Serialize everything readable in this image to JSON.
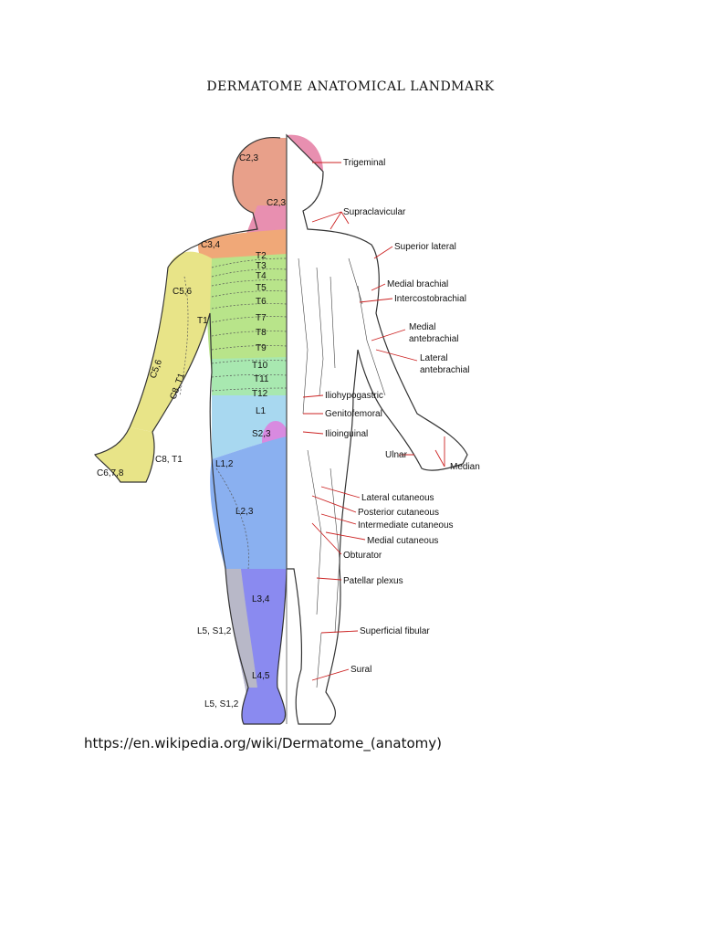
{
  "document": {
    "title": "DERMATOME ANATOMICAL LANDMARK",
    "source_url": "https://en.wikipedia.org/wiki/Dermatome_(anatomy)"
  },
  "dermatome_labels": {
    "c23_head": "C2,3",
    "c23_neck": "C2,3",
    "c34": "C3,4",
    "t2": "T2",
    "t3": "T3",
    "t4": "T4",
    "t5": "T5",
    "t6": "T6",
    "t7": "T7",
    "t8": "T8",
    "t9": "T9",
    "t10": "T10",
    "t11": "T11",
    "t12": "T12",
    "c56": "C5,6",
    "t1": "T1",
    "c56_forearm": "C5,6",
    "c8t1_arm": "C8, T1",
    "c8t1_hand": "C8, T1",
    "c678": "C6,7,8",
    "l1": "L1",
    "s23": "S2,3",
    "l12": "L1,2",
    "l23": "L2,3",
    "l34": "L3,4",
    "l5s12_upper": "L5, S1,2",
    "l45": "L4,5",
    "l5s12_lower": "L5, S1,2"
  },
  "nerve_labels": {
    "trigeminal": "Trigeminal",
    "supraclavicular": "Supraclavicular",
    "superior_lateral": "Superior lateral",
    "medial_brachial": "Medial brachial",
    "intercostobrachial": "Intercostobrachial",
    "medial_antebrachial_1": "Medial",
    "medial_antebrachial_2": "antebrachial",
    "lateral_antebrachial_1": "Lateral",
    "lateral_antebrachial_2": "antebrachial",
    "iliohypogastric": "Iliohypogastric",
    "genitofemoral": "Genitofemoral",
    "ilioinguinal": "Ilioinguinal",
    "ulnar": "Ulnar",
    "median": "Median",
    "lateral_cutaneous": "Lateral cutaneous",
    "posterior_cutaneous": "Posterior cutaneous",
    "intermediate_cutaneous": "Intermediate cutaneous",
    "medial_cutaneous": "Medial cutaneous",
    "obturator": "Obturator",
    "patellar_plexus": "Patellar plexus",
    "superficial_fibular": "Superficial fibular",
    "sural": "Sural"
  },
  "colors": {
    "head": "#e8a08a",
    "face": "#e88fb0",
    "shoulder": "#f0a878",
    "chest": "#b8e48a",
    "abdomen": "#a8e8b0",
    "arm": "#e8e488",
    "groin": "#a8d8f0",
    "sacral": "#d88ae0",
    "thigh": "#8ab0f0",
    "leg": "#8a8af0",
    "leader_line": "#cc2222"
  }
}
